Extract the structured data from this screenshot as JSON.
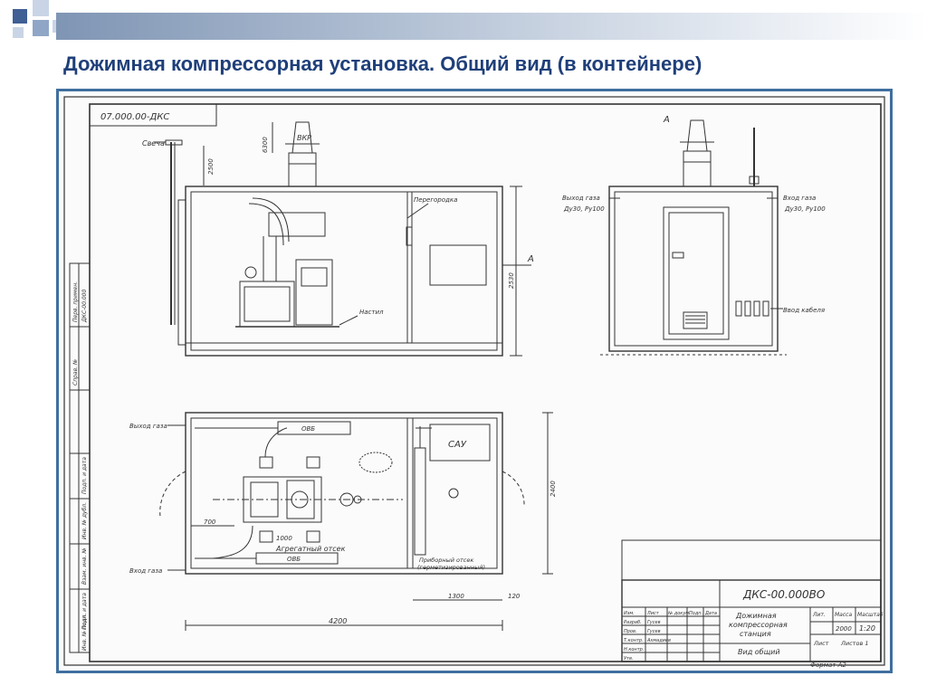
{
  "slide": {
    "title": "Дожимная компрессорная установка. Общий вид (в контейнере)"
  },
  "colors": {
    "title": "#1f3f7a",
    "frame_border": "#3f6f9f",
    "line": "#333333",
    "squares": [
      "#3f5f95",
      "#8fa6c6",
      "#c9d5e6"
    ]
  },
  "drawing": {
    "stamp_top": "07.000.00-ДКС",
    "labels": {
      "svecha": "Свеча",
      "vkr": "ВКР",
      "peregorodka": "Перегородка",
      "nastil": "Настил",
      "view_a": "А",
      "vyhod_gaza": "Выход газа",
      "dy_left": "Ду30, Ру100",
      "vhod_gaza": "Вход газа",
      "dy_right": "Ду30, Ру100",
      "vvod_kabelya": "Ввод кабеля",
      "vyhod_gaza_plan": "Выход газа",
      "vhod_gaza_plan": "Вход газа",
      "sau": "САУ",
      "agregatny": "Агрегатный отсек",
      "priborny": "Приборный отсек",
      "priborny2": "(герметизированный)",
      "ovb": "ОВБ",
      "ovb2": "ОВБ"
    },
    "dims": {
      "d2500": "2500",
      "d6300": "6300",
      "d2530": "2530",
      "d2400": "2400",
      "d700": "700",
      "d1300": "1300",
      "d120": "120",
      "d4200": "4200",
      "d1000": "1000"
    },
    "side_stamps": [
      "Перв. примен.",
      "ДКС-00.000",
      "Справ. №",
      "Подп. и дата",
      "Инв. № дубл.",
      "Взам. инв. №",
      "Подп. и дата",
      "Инв. № подл."
    ],
    "title_block": {
      "code": "ДКС-00.000ВО",
      "name_line1": "Дожимная",
      "name_line2": "компрессорная",
      "name_line3": "станция",
      "name_sub": "Вид общий",
      "col_lit": "Лит.",
      "col_mass": "Масса",
      "col_scale": "Масштаб",
      "mass_val": "2000",
      "scale_val": "1:20",
      "sheet": "Лист",
      "sheets": "Листов 1",
      "rows": [
        "Изм.",
        "Разраб.",
        "Пров.",
        "Т.контр.",
        "Н.контр.",
        "Утв."
      ],
      "signers": [
        "Лист",
        "№ докум.",
        "Подп.",
        "Дата"
      ],
      "names": [
        "Гусев",
        "Гусев",
        "Ахмадиев"
      ],
      "format": "Формат А2"
    }
  }
}
